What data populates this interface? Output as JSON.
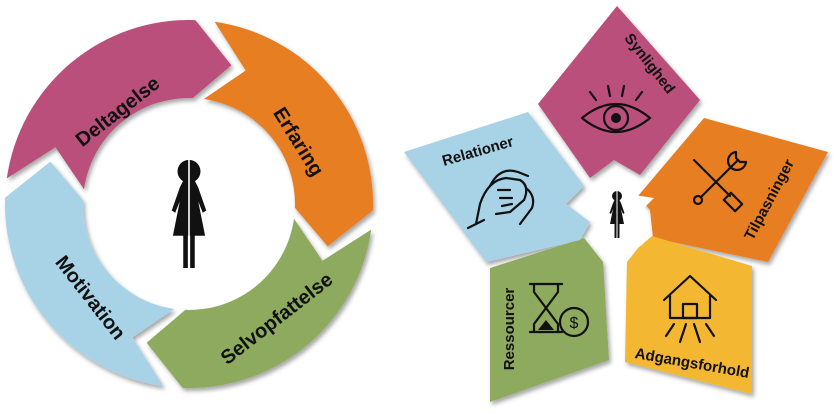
{
  "cycle": {
    "segments": [
      {
        "label": "Deltagelse",
        "color": "#B9507A"
      },
      {
        "label": "Erfaring",
        "color": "#E87E23"
      },
      {
        "label": "Selvopfattelse",
        "color": "#8EAA5E"
      },
      {
        "label": "Motivation",
        "color": "#A8D2E6"
      }
    ],
    "center_icon": "child-silhouette-icon"
  },
  "star": {
    "petals": [
      {
        "label": "Synlighed",
        "color": "#B9507A",
        "icon": "eye-icon"
      },
      {
        "label": "Tilpasninger",
        "color": "#E87E23",
        "icon": "screwdriver-wrench-icon"
      },
      {
        "label": "Adgangsforhold",
        "color": "#F4B730",
        "icon": "house-path-icon"
      },
      {
        "label": "Ressourcer",
        "color": "#8EAA5E",
        "icon": "hourglass-coin-icon"
      },
      {
        "label": "Relationer",
        "color": "#A8D2E6",
        "icon": "handshake-icon"
      }
    ],
    "center_icon": "child-silhouette-icon"
  }
}
